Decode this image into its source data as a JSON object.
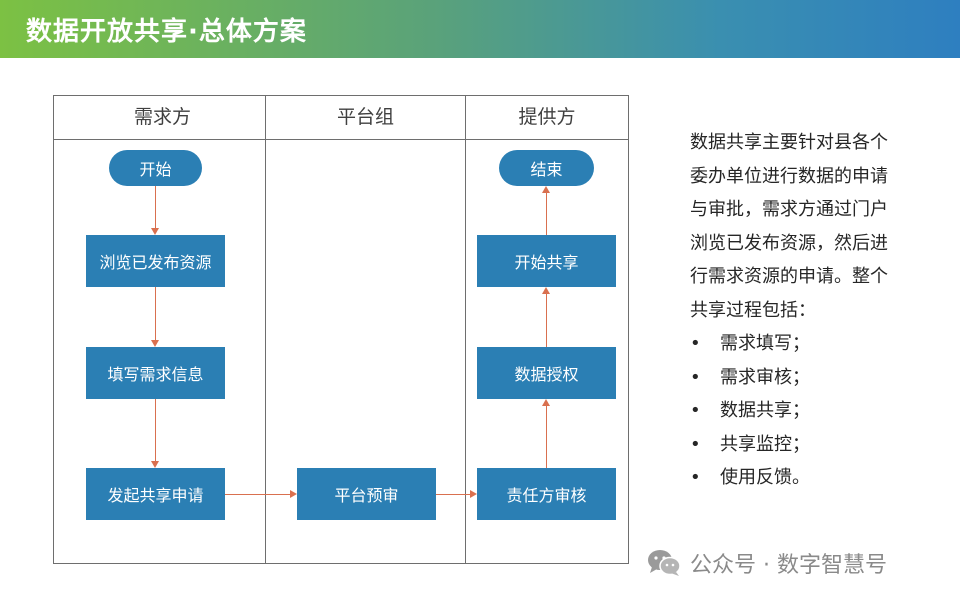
{
  "header": {
    "title": "数据开放共享·总体方案"
  },
  "diagram": {
    "lanes": [
      "需求方",
      "平台组",
      "提供方"
    ],
    "nodes": {
      "start": "开始",
      "browse": "浏览已发布资源",
      "fill": "填写需求信息",
      "request": "发起共享申请",
      "pre_review": "平台预审",
      "owner_review": "责任方审核",
      "authorize": "数据授权",
      "begin_share": "开始共享",
      "end": "结束"
    }
  },
  "description": {
    "lines": [
      "数据共享主要针对县各个",
      "委办单位进行数据的申请",
      "与审批，需求方通过门户",
      "浏览已发布资源，然后进",
      "行需求资源的申请。整个",
      "共享过程包括："
    ],
    "bullet_symbol": "•",
    "bullets": [
      "需求填写；",
      "需求审核；",
      "数据共享；",
      "共享监控；",
      "使用反馈。"
    ]
  },
  "watermark": {
    "text": "公众号 · 数字智慧号",
    "icon": "wechat-icon"
  }
}
